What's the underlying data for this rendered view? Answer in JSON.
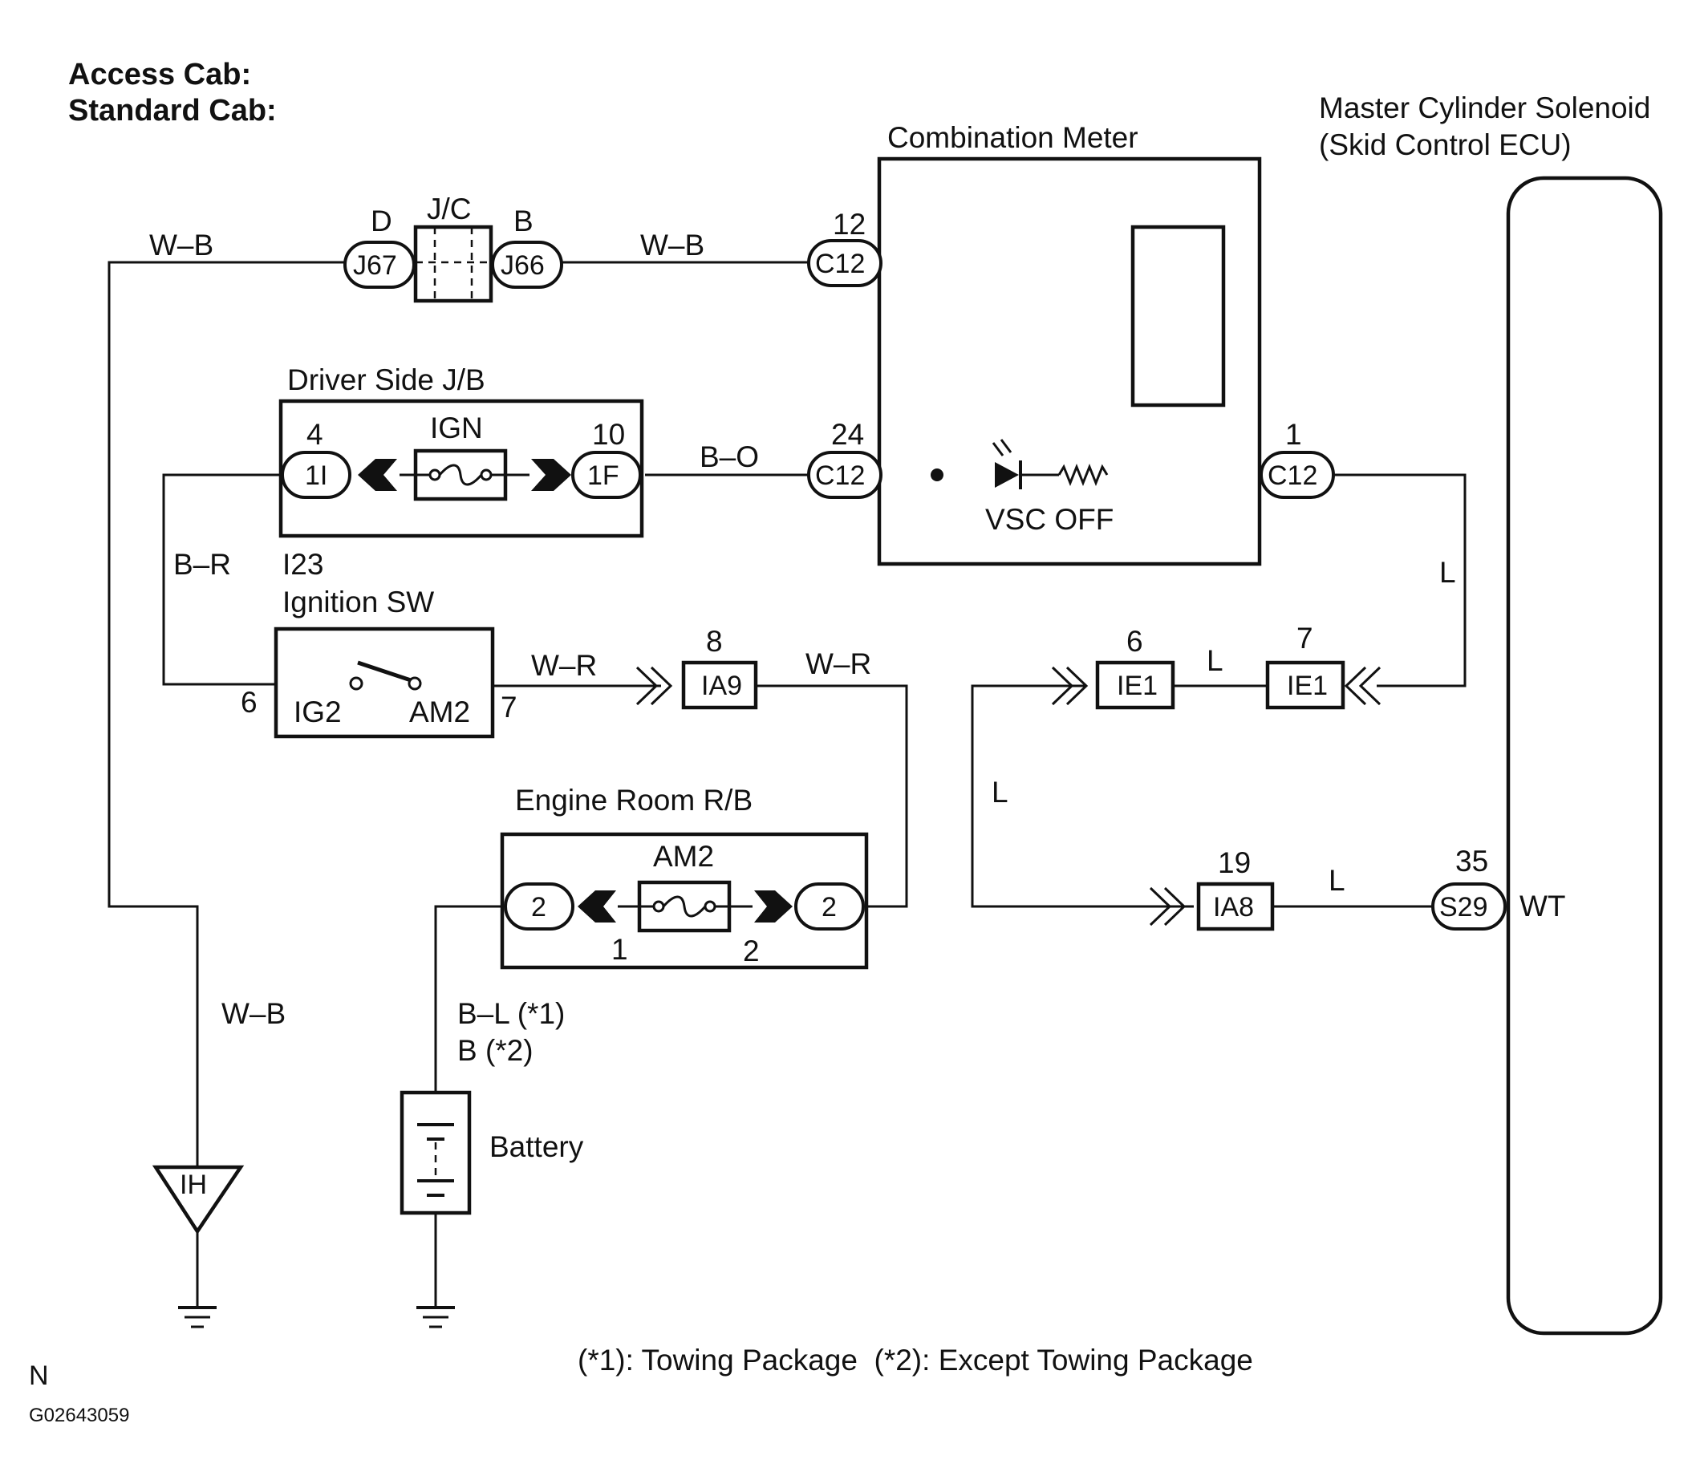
{
  "headers": {
    "cab_line1": "Access Cab:",
    "cab_line2": "Standard Cab:"
  },
  "components": {
    "master_cylinder_line1": "Master Cylinder Solenoid",
    "master_cylinder_line2": "(Skid Control ECU)",
    "combination_meter": "Combination Meter",
    "driver_side_jb": "Driver Side J/B",
    "ign_fuse": "IGN",
    "ignition_sw_code": "I23",
    "ignition_sw": "Ignition SW",
    "ig2_terminal": "IG2",
    "am2_terminal": "AM2",
    "engine_room_rb": "Engine Room R/B",
    "am2_fuse": "AM2",
    "battery": "Battery",
    "vsc_off": "VSC OFF",
    "jc": "J/C",
    "ground_ih": "IH"
  },
  "connectors": {
    "j67": "J67",
    "j66": "J66",
    "c12_top": "C12",
    "c12_mid": "C12",
    "c12_right": "C12",
    "jb_1i": "1I",
    "jb_1f": "1F",
    "ia9": "IA9",
    "ie1_left": "IE1",
    "ie1_right": "IE1",
    "ia8": "IA8",
    "s29": "S29",
    "rb_left": "2",
    "rb_right": "2"
  },
  "pins": {
    "jc_d": "D",
    "jc_b": "B",
    "c12_top": "12",
    "c12_mid": "24",
    "c12_right": "1",
    "jb_1i": "4",
    "jb_1f": "10",
    "sw_left": "6",
    "sw_right": "7",
    "ia9": "8",
    "ie1_left": "6",
    "ie1_right": "7",
    "ia8": "19",
    "s29": "35",
    "fuse_am2_left": "1",
    "fuse_am2_right": "2",
    "ecu_wt": "WT"
  },
  "wires": {
    "wb_left": "W–B",
    "wb_mid": "W–B",
    "wb_ground": "W–B",
    "bo": "B–O",
    "br": "B–R",
    "wr_left": "W–R",
    "wr_right": "W–R",
    "l_right": "L",
    "l_ie1": "L",
    "l_left": "L",
    "l_ia8": "L",
    "battery_wire_1": "B–L (*1)",
    "battery_wire_2": "B (*2)"
  },
  "footnote": "(*1): Towing Package  (*2): Except Towing Package",
  "corner_letter": "N",
  "figure_code": "G02643059"
}
